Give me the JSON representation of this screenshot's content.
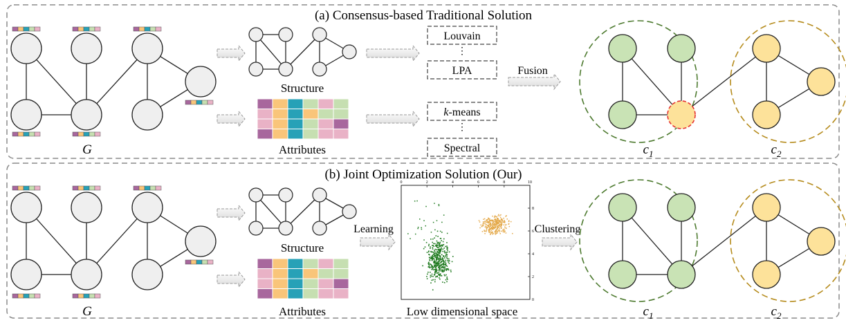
{
  "panel_a": {
    "title": "(a) Consensus-based Traditional Solution",
    "graph_label": "G",
    "structure_label": "Structure",
    "attributes_label": "Attributes",
    "methods": [
      "Louvain",
      "LPA",
      "-means",
      "Spectral"
    ],
    "kmeans_prefix": "k",
    "fusion_label": "Fusion",
    "cluster_labels": [
      "c",
      "c"
    ],
    "cluster_subscripts": [
      "1",
      "2"
    ]
  },
  "panel_b": {
    "title": "(b)  Joint Optimization Solution (Our)",
    "graph_label": "G",
    "structure_label": "Structure",
    "attributes_label": "Attributes",
    "learning_label": "Learning",
    "clustering_label": "Clustering",
    "space_label": "Low dimensional space",
    "cluster_labels": [
      "c",
      "c"
    ],
    "cluster_subscripts": [
      "1",
      "2"
    ],
    "scatter_x_ticks": [
      "0",
      "2",
      "4",
      "6",
      "8",
      "10"
    ],
    "scatter_y_ticks": [
      "0",
      "2",
      "4",
      "6",
      "8"
    ]
  },
  "colors": {
    "green_fill": "#c9e3b5",
    "yellow_fill": "#fde29a",
    "node_fill": "#efefef",
    "green_ring": "#4d7a2f",
    "yellow_ring": "#b58b1c",
    "conflict": "#e53030",
    "purple": "#a8679d",
    "orange": "#f9c57a",
    "teal": "#27a1b7",
    "mint": "#c6dfb1",
    "pink": "#e9b2c6",
    "scatter_green": "#1f7a1f",
    "scatter_orange": "#e4a94a"
  }
}
